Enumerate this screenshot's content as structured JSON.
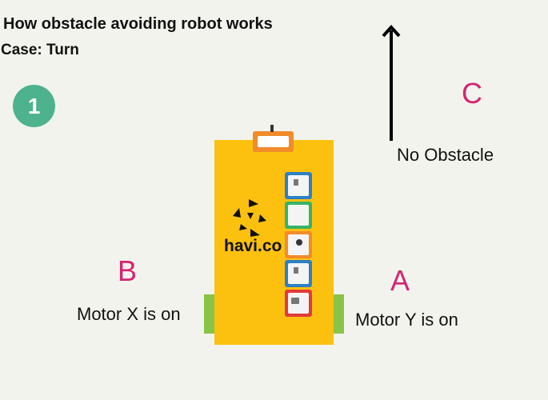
{
  "title": "How obstacle avoiding robot works",
  "subtitle": "Case: Turn",
  "step_number": "1",
  "labels": {
    "c": "C",
    "b": "B",
    "a": "A",
    "no_obstacle": "No Obstacle",
    "motor_x": "Motor X is on",
    "motor_y": "Motor Y is on"
  },
  "robot": {
    "logo_text": "havi.co",
    "board_color": "#fcc10f",
    "wheel_color": "#88c448",
    "modules": [
      "blue-module",
      "green-module",
      "orange-module",
      "blue-module",
      "red-module"
    ]
  },
  "colors": {
    "accent_letter": "#d4246f",
    "step_badge": "#4db38e"
  }
}
